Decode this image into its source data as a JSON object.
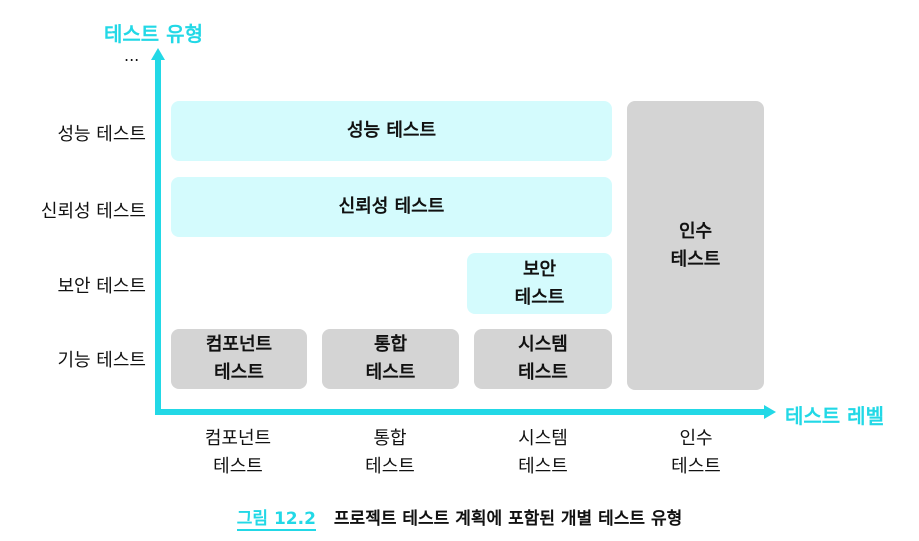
{
  "axes": {
    "y_title": "테스트 유형",
    "x_title": "테스트 레벨",
    "y_ellipsis": "...",
    "y_labels": [
      "성능 테스트",
      "신뢰성 테스트",
      "보안 테스트",
      "기능 테스트"
    ],
    "x_labels": [
      {
        "line1": "컴포넌트",
        "line2": "테스트"
      },
      {
        "line1": "통합",
        "line2": "테스트"
      },
      {
        "line1": "시스템",
        "line2": "테스트"
      },
      {
        "line1": "인수",
        "line2": "테스트"
      }
    ]
  },
  "boxes": {
    "performance": "성능 테스트",
    "reliability": "신뢰성 테스트",
    "security": {
      "line1": "보안",
      "line2": "테스트"
    },
    "component": {
      "line1": "컴포넌트",
      "line2": "테스트"
    },
    "integration": {
      "line1": "통합",
      "line2": "테스트"
    },
    "system": {
      "line1": "시스템",
      "line2": "테스트"
    },
    "acceptance": {
      "line1": "인수",
      "line2": "테스트"
    }
  },
  "caption": {
    "number": "그림 12.2",
    "text": "프로젝트 테스트 계획에 포함된 개별 테스트 유형"
  },
  "colors": {
    "axis": "#22d8e6",
    "cyan_box": "#d4fbfd",
    "gray_box": "#d4d4d4"
  }
}
